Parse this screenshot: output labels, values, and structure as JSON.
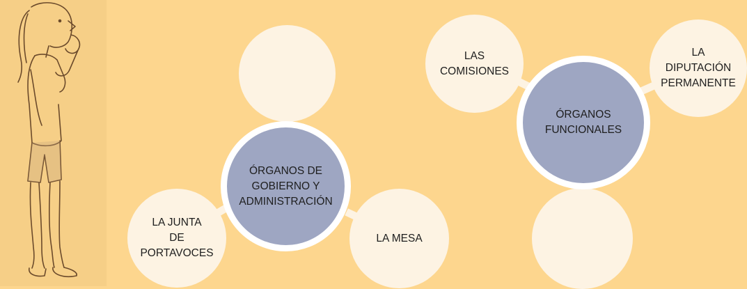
{
  "diagrams": [
    {
      "hub": {
        "label": "ÓRGANOS  DE\nGOBIERNO  Y\nADMINISTRACIÓN"
      },
      "satellites": [
        {
          "label": ""
        },
        {
          "label": "LA  JUNTA\nDE\nPORTAVOCES"
        },
        {
          "label": "LA  MESA"
        }
      ]
    },
    {
      "hub": {
        "label": "ÓRGANOS\nFUNCIONALES"
      },
      "satellites": [
        {
          "label": "LAS\nCOMISIONES"
        },
        {
          "label": "LA\nDIPUTACIÓN\nPERMANENTE"
        },
        {
          "label": ""
        }
      ]
    }
  ],
  "colors": {
    "background": "#fdd68e",
    "hub_fill": "#9ea6c2",
    "hub_border": "#ffffff",
    "satellite_fill": "#fdf3e3",
    "text": "#1e1e1e"
  },
  "illustration": {
    "name": "girl-thinking-illustration"
  }
}
